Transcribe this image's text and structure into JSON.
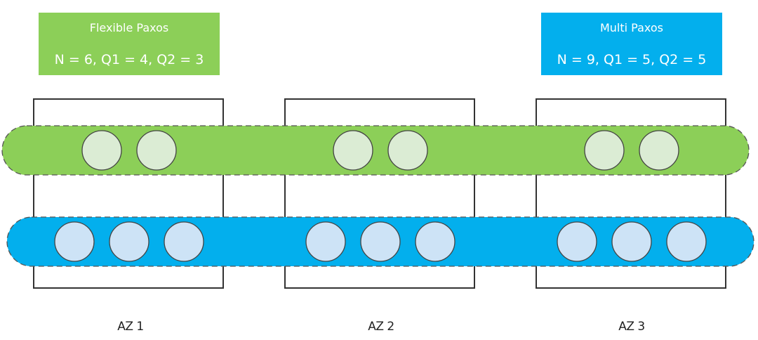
{
  "quorums": [
    {
      "id": "flexible",
      "title": "Flexible Paxos",
      "params": "N = 6, Q1 = 4, Q2 = 3",
      "color": "#8ccf58",
      "node_color": "#dbecd4",
      "nodes_per_az": 2
    },
    {
      "id": "multi",
      "title": "Multi Paxos",
      "params": "N = 9, Q1 = 5, Q2 = 5",
      "color": "#03afed",
      "node_color": "#cde3f6",
      "nodes_per_az": 3
    }
  ],
  "availability_zones": [
    {
      "label": "AZ 1"
    },
    {
      "label": "AZ 2"
    },
    {
      "label": "AZ 3"
    }
  ]
}
